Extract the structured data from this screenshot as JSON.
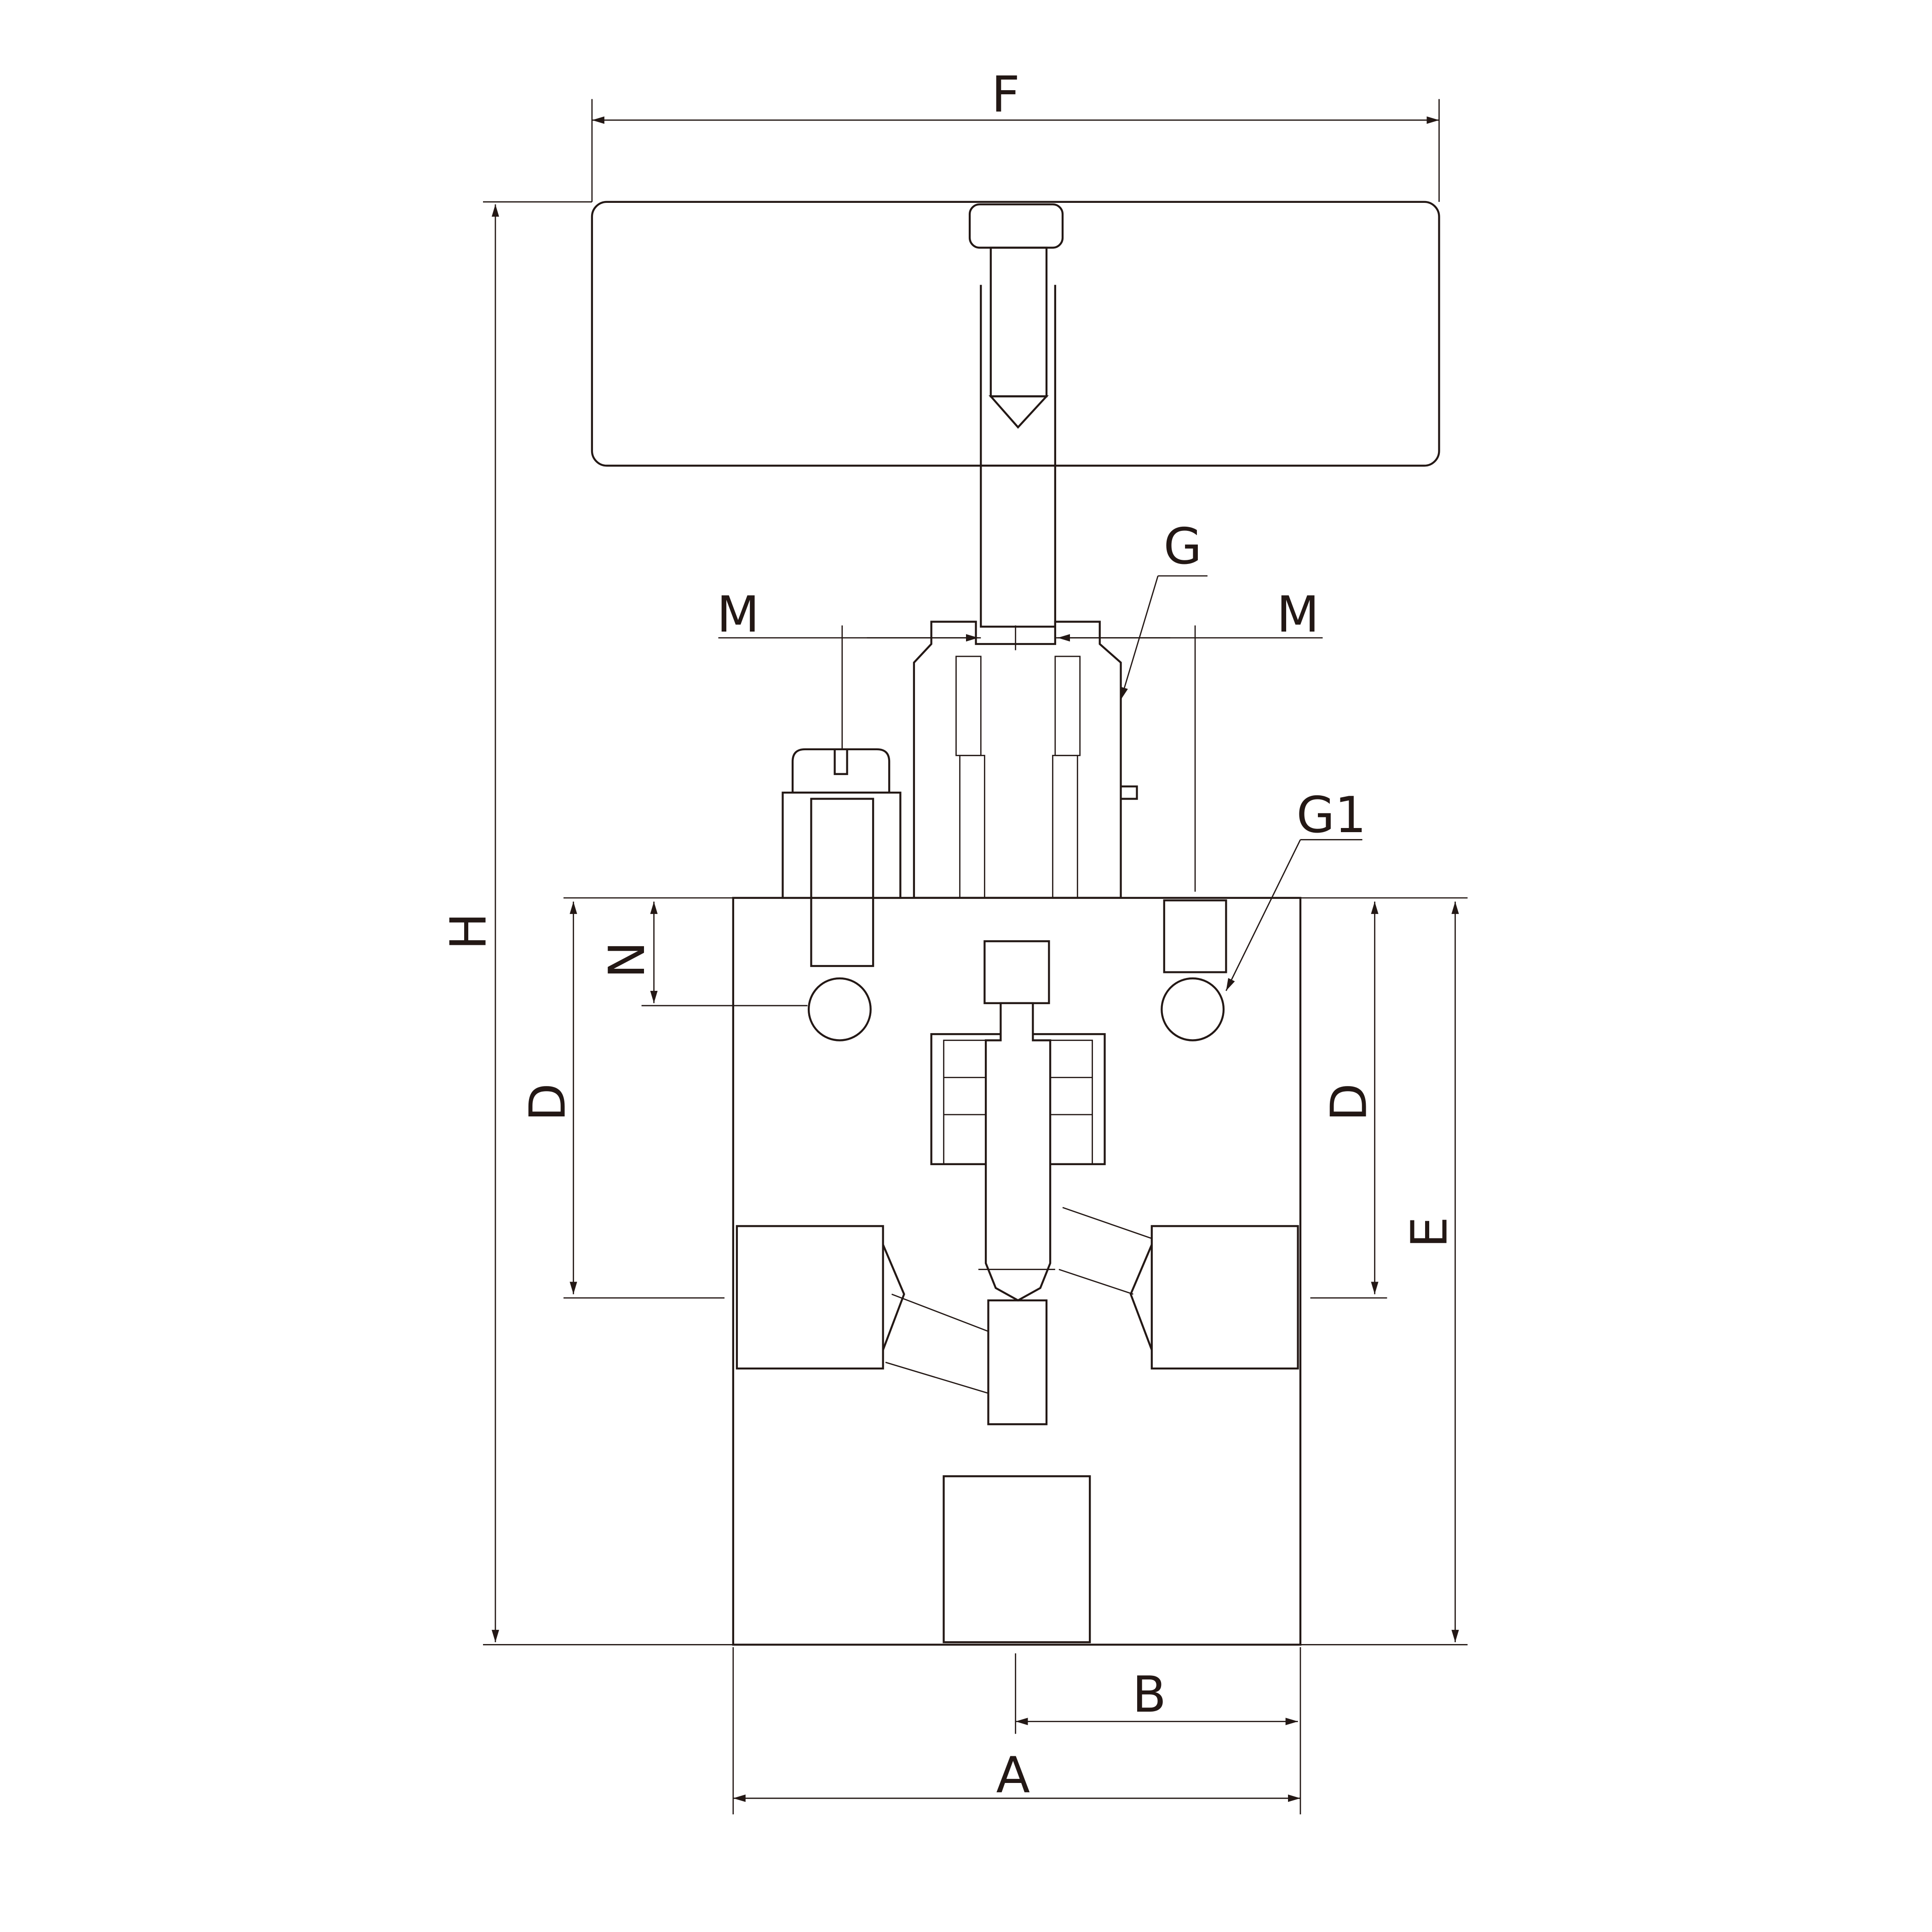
{
  "drawing": {
    "labels": {
      "F": "F",
      "G": "G",
      "M_left": "M",
      "M_right": "M",
      "G1": "G1",
      "H": "H",
      "N": "N",
      "D_left": "D",
      "D_right": "D",
      "E": "E",
      "B": "B",
      "A": "A"
    },
    "line_color": "#231815"
  }
}
